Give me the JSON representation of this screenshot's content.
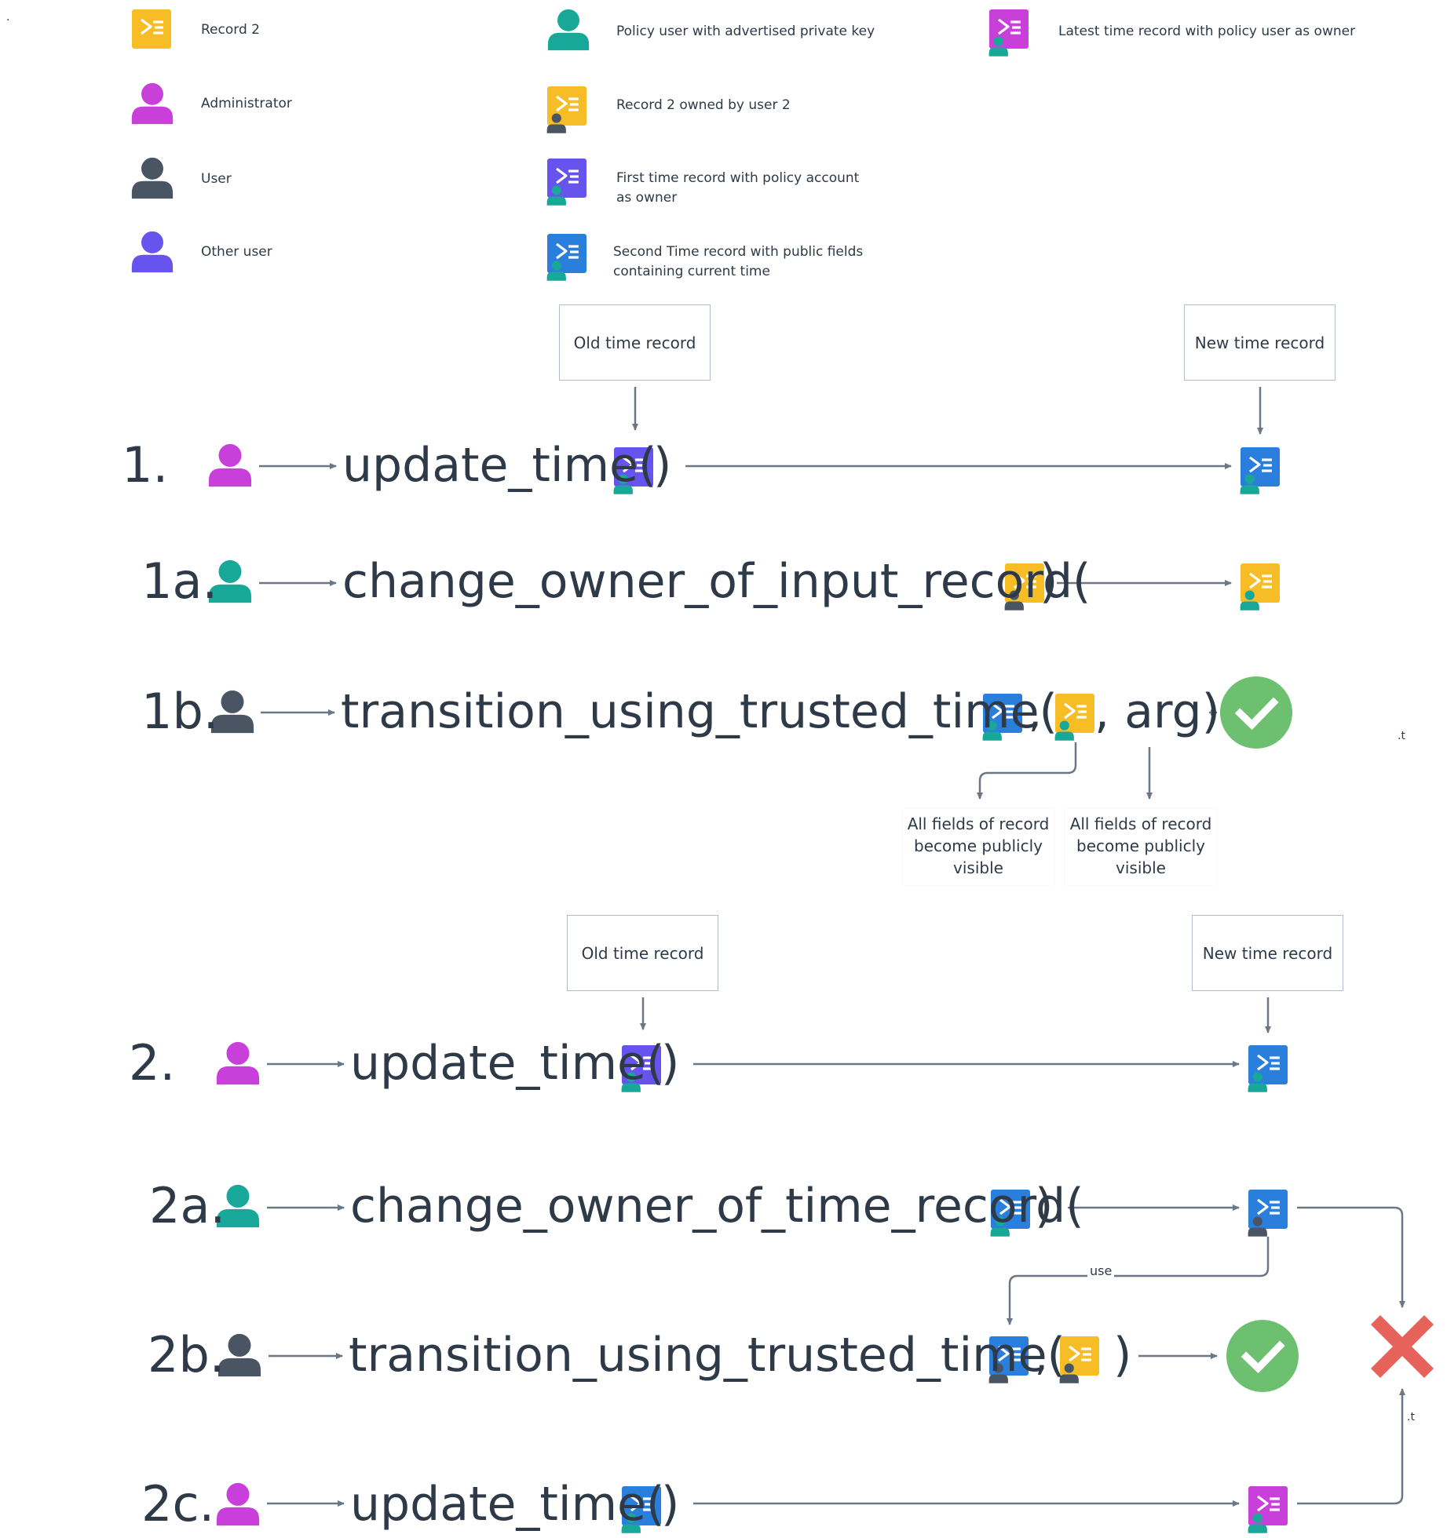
{
  "colors": {
    "admin": "#c93fd9",
    "policy_user": "#17a89a",
    "user": "#4a5563",
    "other_user": "#6753ee",
    "record2": "#f7bd27",
    "first_time_record": "#6753ee",
    "second_time_record": "#2a7fdc",
    "latest_time_record": "#c93fd9",
    "arrow": "#6b7785",
    "success": "#6cc070",
    "failure": "#e5635b"
  },
  "legend": {
    "record2": "Record 2",
    "administrator": "Administrator",
    "user": "User",
    "other_user": "Other user",
    "policy_user": "Policy user with advertised private key",
    "record2_owned": "Record 2 owned by user 2",
    "first_time_record_l1": "First time record with policy account",
    "first_time_record_l2": "as owner",
    "second_time_record_l1": "Second Time record with public fields",
    "second_time_record_l2": "containing current time",
    "latest_time_record": "Latest time record with policy user as owner"
  },
  "boxes": {
    "old_time_record": "Old time record",
    "new_time_record": "New time record"
  },
  "notes": {
    "public_l1": "All fields of record",
    "public_l2": "become publicly",
    "public_l3": "visible"
  },
  "steps": {
    "s1": {
      "label": "1.",
      "fn": "update_time(",
      "close": ")"
    },
    "s1a": {
      "label": "1a.",
      "fn": "change_owner_of_input_record(",
      "close": ")"
    },
    "s1b": {
      "label": "1b.",
      "fn": "transition_using_trusted_time(",
      "sep": ",",
      "arg": ", arg)"
    },
    "s2": {
      "label": "2.",
      "fn": "update_time(",
      "close": ")"
    },
    "s2a": {
      "label": "2a.",
      "fn": "change_owner_of_time_record(",
      "close": ")"
    },
    "s2b": {
      "label": "2b.",
      "fn": "transition_using_trusted_time(",
      "sep": ",",
      "close": ")"
    },
    "s2c": {
      "label": "2c.",
      "fn": "update_time(",
      "close": ")"
    }
  },
  "use_label": "use",
  "tiny_marks": {
    "top_left": ".",
    "mark1": ".t",
    "mark2": ".t"
  },
  "icons": {
    "record": "record-icon",
    "person": "person-icon",
    "check": "check-circle-icon",
    "cross": "cross-icon"
  }
}
